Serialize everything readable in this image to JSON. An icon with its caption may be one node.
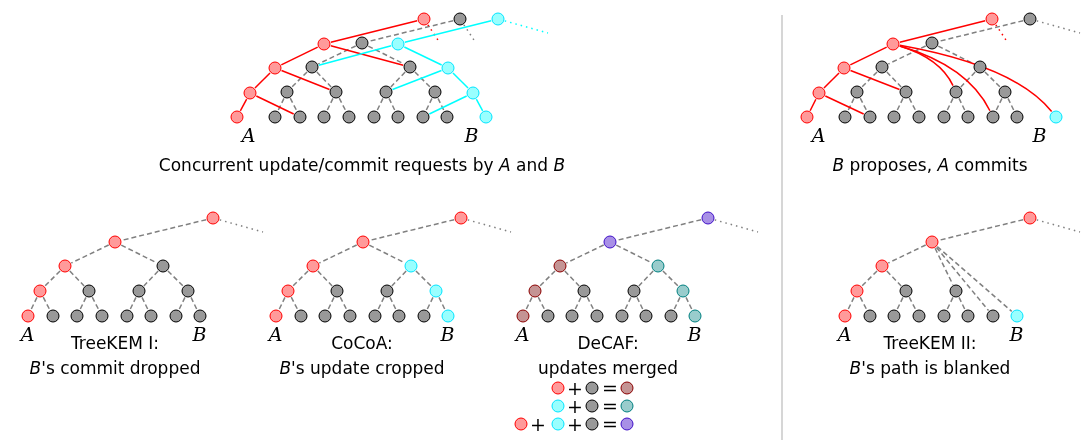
{
  "diagram": {
    "nodes": [
      {
        "text": [],
        "shape": "circle"
      },
      {
        "text": [],
        "shape": "circle"
      },
      {
        "text": [],
        "shape": "circle"
      },
      {
        "text": [],
        "shape": "circle"
      },
      {
        "text": [],
        "shape": "circle"
      },
      {
        "text": [],
        "shape": "circle"
      },
      {
        "text": [],
        "shape": "circle"
      },
      {
        "text": [],
        "shape": "circle"
      },
      {
        "text": [],
        "shape": "circle"
      },
      {
        "text": [],
        "shape": "circle"
      },
      {
        "text": [],
        "shape": "circle"
      },
      {
        "text": [],
        "shape": "circle"
      },
      {
        "text": [],
        "shape": "circle"
      },
      {
        "text": [],
        "shape": "circle"
      },
      {
        "text": [],
        "shape": "circle"
      },
      {
        "text": [],
        "shape": "circle"
      },
      {
        "text": [],
        "shape": "circle"
      },
      {
        "text": [],
        "shape": "circle"
      },
      {
        "text": [],
        "shape": "circle"
      },
      {
        "text": [],
        "shape": "circle"
      },
      {
        "text": [],
        "shape": "circle",
        "beside": [
          "*A*"
        ]
      },
      {
        "text": [],
        "shape": "circle"
      },
      {
        "text": [],
        "shape": "circle"
      },
      {
        "text": [],
        "shape": "circle"
      },
      {
        "text": [],
        "shape": "circle"
      },
      {
        "text": [],
        "shape": "circle",
        "beside": [
          "*B*"
        ]
      },
      {
        "text": [],
        "shape": "circle"
      },
      {
        "text": [],
        "shape": "circle"
      },
      {
        "text": [],
        "shape": "circle"
      },
      {
        "text": [],
        "shape": "circle"
      },
      {
        "text": [],
        "shape": "circle"
      },
      {
        "text": [],
        "shape": "circle"
      },
      {
        "text": [],
        "shape": "circle"
      },
      {
        "text": [],
        "shape": "circle"
      },
      {
        "text": [],
        "shape": "circle"
      },
      {
        "text": [],
        "shape": "circle"
      },
      {
        "text": [],
        "shape": "circle"
      },
      {
        "text": [],
        "shape": "circle"
      },
      {
        "text": [],
        "shape": "circle"
      },
      {
        "text": [],
        "shape": "circle"
      },
      {
        "text": [],
        "shape": "circle"
      },
      {
        "text": [],
        "shape": "circle"
      },
      {
        "text": [],
        "shape": "circle"
      },
      {
        "text": [],
        "shape": "circle"
      },
      {
        "text": [],
        "shape": "circle"
      },
      {
        "text": [],
        "shape": "circle"
      },
      {
        "text": [],
        "shape": "circle",
        "beside": [
          "*A*"
        ]
      },
      {
        "text": [],
        "shape": "circle",
        "beside": [
          "*B*"
        ]
      },
      {
        "text": [],
        "shape": "circle"
      },
      {
        "text": [],
        "shape": "circle"
      },
      {
        "text": [],
        "shape": "circle"
      },
      {
        "text": [],
        "shape": "circle"
      },
      {
        "text": [],
        "shape": "circle"
      },
      {
        "text": [],
        "shape": "circle"
      },
      {
        "text": [],
        "shape": "circle"
      },
      {
        "text": [],
        "shape": "circle"
      },
      {
        "text": [],
        "shape": "circle",
        "beside": [
          "*A*"
        ]
      },
      {
        "text": [],
        "shape": "circle"
      },
      {
        "text": [],
        "shape": "circle"
      },
      {
        "text": [],
        "shape": "circle"
      },
      {
        "text": [],
        "shape": "circle"
      },
      {
        "text": [],
        "shape": "circle"
      },
      {
        "text": [],
        "shape": "circle"
      },
      {
        "text": [],
        "shape": "circle",
        "beside": [
          "*B*"
        ]
      },
      {
        "text": [],
        "shape": "circle"
      },
      {
        "text": [],
        "shape": "circle"
      },
      {
        "text": [],
        "shape": "circle"
      },
      {
        "text": [],
        "shape": "circle"
      },
      {
        "text": [],
        "shape": "circle"
      },
      {
        "text": [],
        "shape": "circle"
      },
      {
        "text": [],
        "shape": "circle"
      },
      {
        "text": [],
        "shape": "circle"
      },
      {
        "text": [],
        "shape": "circle",
        "beside": [
          "*A*"
        ]
      },
      {
        "text": [],
        "shape": "circle"
      },
      {
        "text": [],
        "shape": "circle"
      },
      {
        "text": [],
        "shape": "circle"
      },
      {
        "text": [],
        "shape": "circle"
      },
      {
        "text": [],
        "shape": "circle"
      },
      {
        "text": [],
        "shape": "circle"
      },
      {
        "text": [],
        "shape": "circle",
        "beside": [
          "*B*"
        ]
      },
      {
        "text": [],
        "shape": "circle"
      },
      {
        "text": [],
        "shape": "circle"
      },
      {
        "text": [],
        "shape": "circle"
      },
      {
        "text": [],
        "shape": "circle"
      },
      {
        "text": [],
        "shape": "circle"
      },
      {
        "text": [],
        "shape": "circle"
      },
      {
        "text": [],
        "shape": "circle"
      },
      {
        "text": [],
        "shape": "circle"
      },
      {
        "text": [],
        "shape": "circle",
        "beside": [
          "*A*"
        ]
      },
      {
        "text": [],
        "shape": "circle"
      },
      {
        "text": [],
        "shape": "circle"
      },
      {
        "text": [],
        "shape": "circle"
      },
      {
        "text": [],
        "shape": "circle"
      },
      {
        "text": [],
        "shape": "circle"
      },
      {
        "text": [],
        "shape": "circle"
      },
      {
        "text": [],
        "shape": "circle",
        "beside": [
          "*B*"
        ]
      },
      {
        "text": [],
        "shape": "circle"
      },
      {
        "text": [],
        "shape": "circle"
      },
      {
        "text": [],
        "shape": "circle"
      },
      {
        "text": [],
        "shape": "circle"
      },
      {
        "text": [],
        "shape": "circle"
      },
      {
        "text": [],
        "shape": "circle"
      },
      {
        "text": [],
        "shape": "circle",
        "beside": [
          "*A*"
        ]
      },
      {
        "text": [],
        "shape": "circle"
      },
      {
        "text": [],
        "shape": "circle"
      },
      {
        "text": [],
        "shape": "circle"
      },
      {
        "text": [],
        "shape": "circle"
      },
      {
        "text": [],
        "shape": "circle"
      },
      {
        "text": [],
        "shape": "circle"
      },
      {
        "text": [],
        "shape": "circle",
        "beside": [
          "*B*"
        ]
      }
    ],
    "edges": [
      {
        "from": 0,
        "to": 1,
        "arrow": "none",
        "style": "dashed"
      },
      {
        "from": 1,
        "to": 2,
        "arrow": "none",
        "style": "dashed"
      },
      {
        "from": 1,
        "to": 3,
        "arrow": "none",
        "style": "dashed"
      },
      {
        "from": 2,
        "to": 4,
        "arrow": "none",
        "style": "dashed"
      },
      {
        "from": 2,
        "to": 5,
        "arrow": "none",
        "style": "dashed"
      },
      {
        "from": 3,
        "to": 6,
        "arrow": "none",
        "style": "dashed"
      },
      {
        "from": 3,
        "to": 7,
        "arrow": "none",
        "style": "dashed"
      },
      {
        "from": 4,
        "to": 8,
        "arrow": "none",
        "style": "dashed"
      },
      {
        "from": 4,
        "to": 9,
        "arrow": "none",
        "style": "dashed"
      },
      {
        "from": 5,
        "to": 10,
        "arrow": "none",
        "style": "dashed"
      },
      {
        "from": 5,
        "to": 11,
        "arrow": "none",
        "style": "dashed"
      },
      {
        "from": 6,
        "to": 12,
        "arrow": "none",
        "style": "dashed"
      },
      {
        "from": 6,
        "to": 13,
        "arrow": "none",
        "style": "dashed"
      },
      {
        "from": 7,
        "to": 14,
        "arrow": "none",
        "style": "dashed"
      },
      {
        "from": 7,
        "to": 15,
        "arrow": "none",
        "style": "dashed"
      },
      {
        "from": 0,
        "to": null,
        "arrow": "none",
        "style": "dashed"
      },
      {
        "from": 16,
        "to": 17,
        "arrow": "none",
        "color": "#ff0000"
      },
      {
        "from": 17,
        "to": 18,
        "arrow": "none",
        "color": "#ff0000"
      },
      {
        "from": 17,
        "to": 3,
        "arrow": "none",
        "color": "#ff0000"
      },
      {
        "from": 18,
        "to": 19,
        "arrow": "none",
        "color": "#ff0000"
      },
      {
        "from": 18,
        "to": 5,
        "arrow": "none",
        "color": "#ff0000"
      },
      {
        "from": 19,
        "to": 20,
        "arrow": "none",
        "color": "#ff0000"
      },
      {
        "from": 19,
        "to": 9,
        "arrow": "none",
        "color": "#ff0000"
      },
      {
        "from": 16,
        "to": null,
        "arrow": "none",
        "style": "dashed",
        "color": "#ff0000"
      },
      {
        "from": 21,
        "to": 22,
        "arrow": "none",
        "color": "#00ffff"
      },
      {
        "from": 22,
        "to": 23,
        "arrow": "none",
        "color": "#00ffff"
      },
      {
        "from": 22,
        "to": 2,
        "arrow": "none",
        "color": "#00ffff"
      },
      {
        "from": 23,
        "to": 24,
        "arrow": "none",
        "color": "#00ffff"
      },
      {
        "from": 23,
        "to": 6,
        "arrow": "none",
        "color": "#00ffff"
      },
      {
        "from": 24,
        "to": 25,
        "arrow": "none",
        "color": "#00ffff"
      },
      {
        "from": 24,
        "to": 14,
        "arrow": "none",
        "color": "#00ffff"
      },
      {
        "from": 21,
        "to": null,
        "arrow": "none",
        "style": "dashed",
        "color": "#00ffff"
      },
      {
        "from": 26,
        "to": 27,
        "arrow": "none",
        "style": "dashed"
      },
      {
        "from": 27,
        "to": 28,
        "arrow": "none",
        "style": "dashed"
      },
      {
        "from": 27,
        "to": 29,
        "arrow": "none",
        "style": "dashed"
      },
      {
        "from": 28,
        "to": 30,
        "arrow": "none",
        "style": "dashed"
      },
      {
        "from": 28,
        "to": 31,
        "arrow": "none",
        "style": "dashed"
      },
      {
        "from": 29,
        "to": 32,
        "arrow": "none",
        "style": "dashed"
      },
      {
        "from": 29,
        "to": 33,
        "arrow": "none",
        "style": "dashed"
      },
      {
        "from": 30,
        "to": 34,
        "arrow": "none",
        "style": "dashed"
      },
      {
        "from": 30,
        "to": 35,
        "arrow": "none",
        "style": "dashed"
      },
      {
        "from": 31,
        "to": 36,
        "arrow": "none",
        "style": "dashed"
      },
      {
        "from": 31,
        "to": 37,
        "arrow": "none",
        "style": "dashed"
      },
      {
        "from": 32,
        "to": 38,
        "arrow": "none",
        "style": "dashed"
      },
      {
        "from": 32,
        "to": 39,
        "arrow": "none",
        "style": "dashed"
      },
      {
        "from": 33,
        "to": 40,
        "arrow": "none",
        "style": "dashed"
      },
      {
        "from": 33,
        "to": 41,
        "arrow": "none",
        "style": "dashed"
      },
      {
        "from": 26,
        "to": null,
        "arrow": "none",
        "style": "dashed"
      },
      {
        "from": 42,
        "to": 43,
        "arrow": "none",
        "color": "#ff0000"
      },
      {
        "from": 43,
        "to": 44,
        "arrow": "none",
        "color": "#ff0000"
      },
      {
        "from": 43,
        "to": 32,
        "arrow": "none",
        "color": "#ff0000"
      },
      {
        "from": 43,
        "to": 40,
        "arrow": "none",
        "color": "#ff0000"
      },
      {
        "from": 43,
        "to": 47,
        "arrow": "none",
        "color": "#ff0000"
      },
      {
        "from": 44,
        "to": 45,
        "arrow": "none",
        "color": "#ff0000"
      },
      {
        "from": 44,
        "to": 31,
        "arrow": "none",
        "color": "#ff0000"
      },
      {
        "from": 45,
        "to": 46,
        "arrow": "none",
        "color": "#ff0000"
      },
      {
        "from": 45,
        "to": 35,
        "arrow": "none",
        "color": "#ff0000"
      },
      {
        "from": 42,
        "to": null,
        "arrow": "none",
        "style": "dashed",
        "color": "#ff0000"
      },
      {
        "from": 48,
        "to": 49,
        "arrow": "none",
        "style": "dashed"
      },
      {
        "from": 49,
        "to": 50,
        "arrow": "none",
        "style": "dashed"
      },
      {
        "from": 49,
        "to": 51,
        "arrow": "none",
        "style": "dashed"
      },
      {
        "from": 50,
        "to": 52,
        "arrow": "none",
        "style": "dashed"
      },
      {
        "from": 50,
        "to": 53,
        "arrow": "none",
        "style": "dashed"
      },
      {
        "from": 51,
        "to": 54,
        "arrow": "none",
        "style": "dashed"
      },
      {
        "from": 51,
        "to": 55,
        "arrow": "none",
        "style": "dashed"
      },
      {
        "from": 52,
        "to": 56,
        "arrow": "none",
        "style": "dashed"
      },
      {
        "from": 52,
        "to": 57,
        "arrow": "none",
        "style": "dashed"
      },
      {
        "from": 53,
        "to": 58,
        "arrow": "none",
        "style": "dashed"
      },
      {
        "from": 53,
        "to": 59,
        "arrow": "none",
        "style": "dashed"
      },
      {
        "from": 54,
        "to": 60,
        "arrow": "none",
        "style": "dashed"
      },
      {
        "from": 54,
        "to": 61,
        "arrow": "none",
        "style": "dashed"
      },
      {
        "from": 55,
        "to": 62,
        "arrow": "none",
        "style": "dashed"
      },
      {
        "from": 55,
        "to": 63,
        "arrow": "none",
        "style": "dashed"
      },
      {
        "from": 48,
        "to": null,
        "arrow": "none",
        "style": "dashed"
      },
      {
        "from": 64,
        "to": 65,
        "arrow": "none",
        "style": "dashed"
      },
      {
        "from": 65,
        "to": 66,
        "arrow": "none",
        "style": "dashed"
      },
      {
        "from": 65,
        "to": 67,
        "arrow": "none",
        "style": "dashed"
      },
      {
        "from": 66,
        "to": 68,
        "arrow": "none",
        "style": "dashed"
      },
      {
        "from": 66,
        "to": 69,
        "arrow": "none",
        "style": "dashed"
      },
      {
        "from": 67,
        "to": 70,
        "arrow": "none",
        "style": "dashed"
      },
      {
        "from": 67,
        "to": 71,
        "arrow": "none",
        "style": "dashed"
      },
      {
        "from": 68,
        "to": 72,
        "arrow": "none",
        "style": "dashed"
      },
      {
        "from": 68,
        "to": 73,
        "arrow": "none",
        "style": "dashed"
      },
      {
        "from": 69,
        "to": 74,
        "arrow": "none",
        "style": "dashed"
      },
      {
        "from": 69,
        "to": 75,
        "arrow": "none",
        "style": "dashed"
      },
      {
        "from": 70,
        "to": 76,
        "arrow": "none",
        "style": "dashed"
      },
      {
        "from": 70,
        "to": 77,
        "arrow": "none",
        "style": "dashed"
      },
      {
        "from": 71,
        "to": 78,
        "arrow": "none",
        "style": "dashed"
      },
      {
        "from": 71,
        "to": 79,
        "arrow": "none",
        "style": "dashed"
      },
      {
        "from": 64,
        "to": null,
        "arrow": "none",
        "style": "dashed"
      },
      {
        "from": 80,
        "to": 81,
        "arrow": "none",
        "style": "dashed"
      },
      {
        "from": 81,
        "to": 82,
        "arrow": "none",
        "style": "dashed"
      },
      {
        "from": 81,
        "to": 83,
        "arrow": "none",
        "style": "dashed"
      },
      {
        "from": 82,
        "to": 84,
        "arrow": "none",
        "style": "dashed"
      },
      {
        "from": 82,
        "to": 85,
        "arrow": "none",
        "style": "dashed"
      },
      {
        "from": 83,
        "to": 86,
        "arrow": "none",
        "style": "dashed"
      },
      {
        "from": 83,
        "to": 87,
        "arrow": "none",
        "style": "dashed"
      },
      {
        "from": 84,
        "to": 88,
        "arrow": "none",
        "style": "dashed"
      },
      {
        "from": 84,
        "to": 89,
        "arrow": "none",
        "style": "dashed"
      },
      {
        "from": 85,
        "to": 90,
        "arrow": "none",
        "style": "dashed"
      },
      {
        "from": 85,
        "to": 91,
        "arrow": "none",
        "style": "dashed"
      },
      {
        "from": 86,
        "to": 92,
        "arrow": "none",
        "style": "dashed"
      },
      {
        "from": 86,
        "to": 93,
        "arrow": "none",
        "style": "dashed"
      },
      {
        "from": 87,
        "to": 94,
        "arrow": "none",
        "style": "dashed"
      },
      {
        "from": 87,
        "to": 95,
        "arrow": "none",
        "style": "dashed"
      },
      {
        "from": 80,
        "to": null,
        "arrow": "none",
        "style": "dashed"
      },
      {
        "from": 96,
        "to": 97,
        "arrow": "none",
        "style": "dashed"
      },
      {
        "from": 97,
        "to": 98,
        "arrow": "none",
        "style": "dashed"
      },
      {
        "from": 97,
        "to": 101,
        "arrow": "none",
        "style": "dashed"
      },
      {
        "from": 97,
        "to": 108,
        "arrow": "none",
        "style": "dashed"
      },
      {
        "from": 97,
        "to": 109,
        "arrow": "none",
        "style": "dashed"
      },
      {
        "from": 98,
        "to": 99,
        "arrow": "none",
        "style": "dashed"
      },
      {
        "from": 98,
        "to": 100,
        "arrow": "none",
        "style": "dashed"
      },
      {
        "from": 99,
        "to": 102,
        "arrow": "none",
        "style": "dashed"
      },
      {
        "from": 99,
        "to": 103,
        "arrow": "none",
        "style": "dashed"
      },
      {
        "from": 100,
        "to": 104,
        "arrow": "none",
        "style": "dashed"
      },
      {
        "from": 100,
        "to": 105,
        "arrow": "none",
        "style": "dashed"
      },
      {
        "from": 101,
        "to": 106,
        "arrow": "none",
        "style": "dashed"
      },
      {
        "from": 101,
        "to": 107,
        "arrow": "none",
        "style": "dashed"
      },
      {
        "from": 96,
        "to": null,
        "arrow": "none",
        "style": "dashed"
      }
    ],
    "labels": [
      "Concurrent update/commit requests by *A* and *B*",
      "*B* proposes, *A* commits",
      "TreeKEM I:",
      "CoCoA:",
      "DeCAF:",
      "TreeKEM II:",
      "*B*'s commit dropped",
      "*B*'s update cropped",
      "updates merged",
      "*B*'s path is blanked",
      "+",
      "=",
      "+",
      "=",
      "+",
      "+",
      "="
    ]
  }
}
